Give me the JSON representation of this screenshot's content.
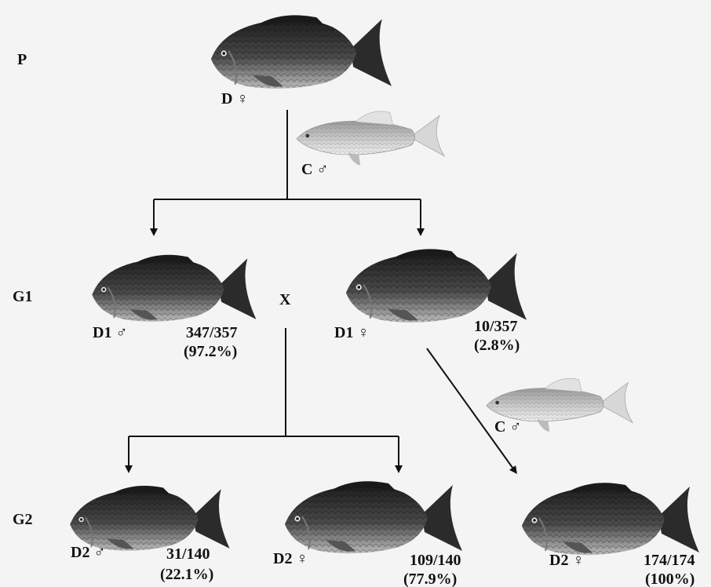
{
  "generations": {
    "p": "P",
    "g1": "G1",
    "g2": "G2"
  },
  "cross_symbol": "X",
  "fish": {
    "parent_female": {
      "label": "D ♀"
    },
    "parent_male": {
      "label": "C ♂"
    },
    "g1_male": {
      "label": "D1 ♂",
      "ratio": "347/357",
      "percent": "(97.2%)"
    },
    "g1_female": {
      "label": "D1 ♀",
      "ratio": "10/357",
      "percent": "(2.8%)"
    },
    "backcross_male": {
      "label": "C ♂"
    },
    "g2_male": {
      "label": "D2 ♂",
      "ratio": "31/140",
      "percent": "(22.1%)"
    },
    "g2_female": {
      "label": "D2 ♀",
      "ratio": "109/140",
      "percent": "(77.9%)"
    },
    "g2_backcross_female": {
      "label": "D2 ♀",
      "ratio": "174/174",
      "percent": "(100%)"
    }
  },
  "colors": {
    "line": "#111111",
    "dark_fish": "#2a2a2a",
    "light_fish": "#c9c9c9"
  }
}
